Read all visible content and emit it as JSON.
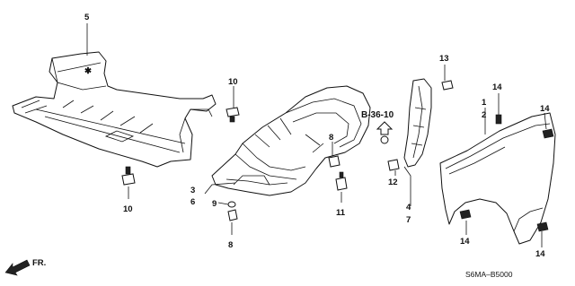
{
  "diagram": {
    "callouts": {
      "c5": "5",
      "c10_top": "10",
      "c10_bottom": "10",
      "c3": "3",
      "c6": "6",
      "c9": "9",
      "c8_top": "8",
      "c8_bottom": "8",
      "c11": "11",
      "c13": "13",
      "c12": "12",
      "c4": "4",
      "c7": "7",
      "c1": "1",
      "c2": "2",
      "c14_a": "14",
      "c14_b": "14",
      "c14_c": "14",
      "c14_d": "14"
    },
    "reference": "B-36-10",
    "direction_label": "FR.",
    "diagram_code": "S6MA–B5000",
    "asterisk": "✱"
  }
}
